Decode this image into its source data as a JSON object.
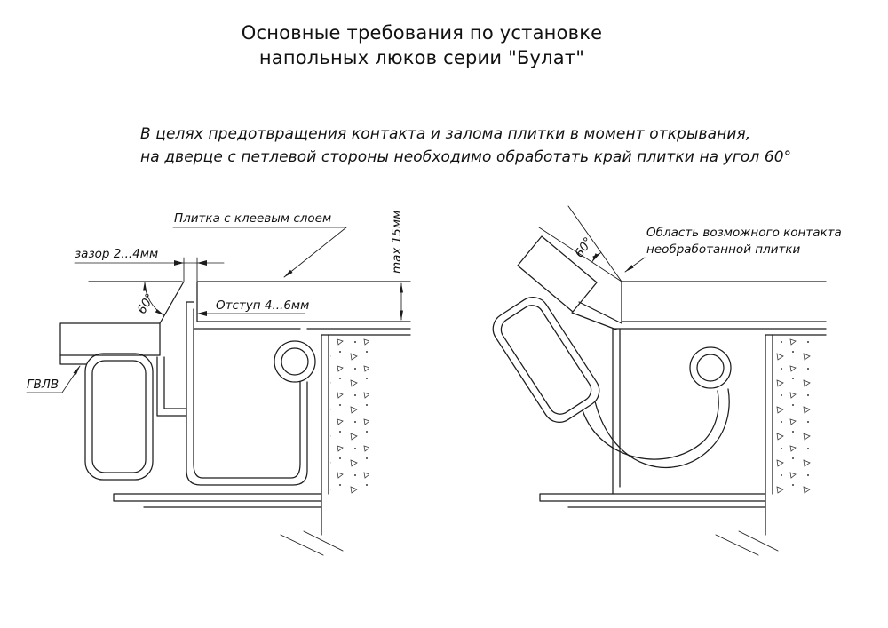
{
  "title": {
    "line1": "Основные требования по установке",
    "line2": "напольных люков серии \"Булат\""
  },
  "note": {
    "line1": "В целях предотвращения контакта и залома плитки в момент открывания,",
    "line2": "на дверце с петлевой стороны необходимо обработать край плитки на угол 60°"
  },
  "left_view": {
    "tile_label": "Плитка с клеевым слоем",
    "gap_label": "зазор 2...4мм",
    "angle_label": "60°",
    "offset_label": "Отступ 4...6мм",
    "max_label": "max 15мм",
    "gvl_label": "ГВЛВ"
  },
  "right_view": {
    "contact_label_line1": "Область возможного контакта",
    "contact_label_line2": "необработанной плитки",
    "angle_label": "60°"
  }
}
